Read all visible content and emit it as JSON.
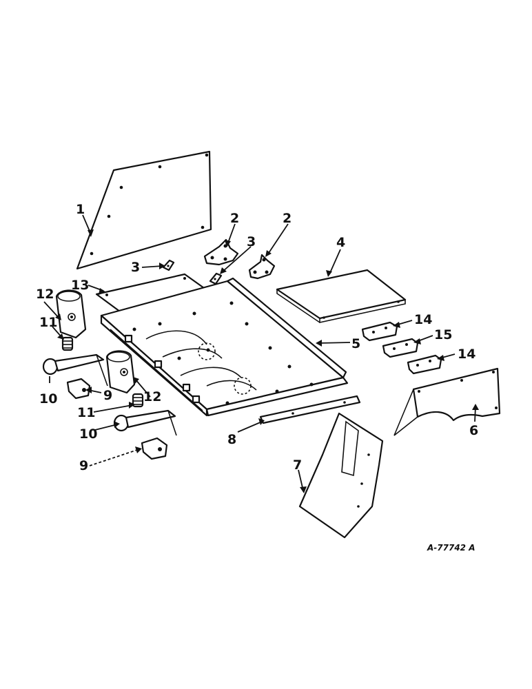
{
  "figure_id": "A-77742 A",
  "callouts": [
    {
      "id": "c1",
      "label": "1"
    },
    {
      "id": "c2a",
      "label": "2"
    },
    {
      "id": "c2b",
      "label": "2"
    },
    {
      "id": "c3a",
      "label": "3"
    },
    {
      "id": "c3b",
      "label": "3"
    },
    {
      "id": "c4",
      "label": "4"
    },
    {
      "id": "c5",
      "label": "5"
    },
    {
      "id": "c6",
      "label": "6"
    },
    {
      "id": "c7",
      "label": "7"
    },
    {
      "id": "c8",
      "label": "8"
    },
    {
      "id": "c9a",
      "label": "9"
    },
    {
      "id": "c9b",
      "label": "9"
    },
    {
      "id": "c10a",
      "label": "10"
    },
    {
      "id": "c10b",
      "label": "10"
    },
    {
      "id": "c11a",
      "label": "11"
    },
    {
      "id": "c11b",
      "label": "11"
    },
    {
      "id": "c12a",
      "label": "12"
    },
    {
      "id": "c12b",
      "label": "12"
    },
    {
      "id": "c13",
      "label": "13"
    },
    {
      "id": "c14a",
      "label": "14"
    },
    {
      "id": "c14b",
      "label": "14"
    },
    {
      "id": "c15",
      "label": "15"
    }
  ]
}
